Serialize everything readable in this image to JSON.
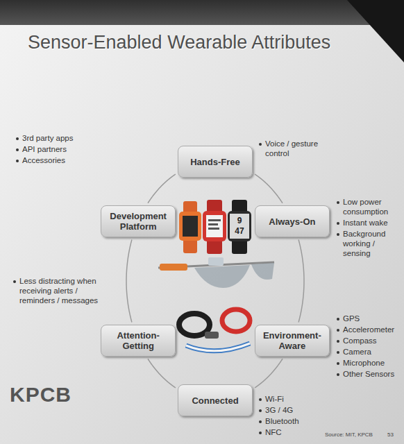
{
  "diagram": {
    "title": "Sensor-Enabled Wearable Attributes",
    "nodes": [
      {
        "text": [
          "Hands-Free"
        ]
      },
      {
        "text": [
          "Always-On"
        ]
      },
      {
        "text": [
          "Environment-Aware"
        ]
      },
      {
        "text": [
          "Connected"
        ]
      },
      {
        "text": [
          "Attention-Getting"
        ]
      },
      {
        "text": [
          "Development Platform"
        ]
      }
    ],
    "edges": [
      {
        "from": 0,
        "to": 1,
        "arrow": "none"
      },
      {
        "from": 1,
        "to": 2,
        "arrow": "none"
      },
      {
        "from": 2,
        "to": 3,
        "arrow": "none"
      },
      {
        "from": 3,
        "to": 4,
        "arrow": "none"
      },
      {
        "from": 4,
        "to": 5,
        "arrow": "none"
      },
      {
        "from": 5,
        "to": 0,
        "arrow": "none"
      }
    ],
    "labels": [
      "3rd party apps",
      "API partners",
      "Accessories",
      "Voice / gesture control",
      "Low power consumption",
      "Instant wake",
      "Background working / sensing",
      "GPS",
      "Accelerometer",
      "Compass",
      "Camera",
      "Microphone",
      "Other Sensors",
      "Wi-Fi",
      "3G / 4G",
      "Bluetooth",
      "NFC",
      "Less distracting when receiving alerts / reminders / messages",
      "9",
      "47",
      "KPCB",
      "Source: MIT, KPCB",
      "53"
    ]
  }
}
